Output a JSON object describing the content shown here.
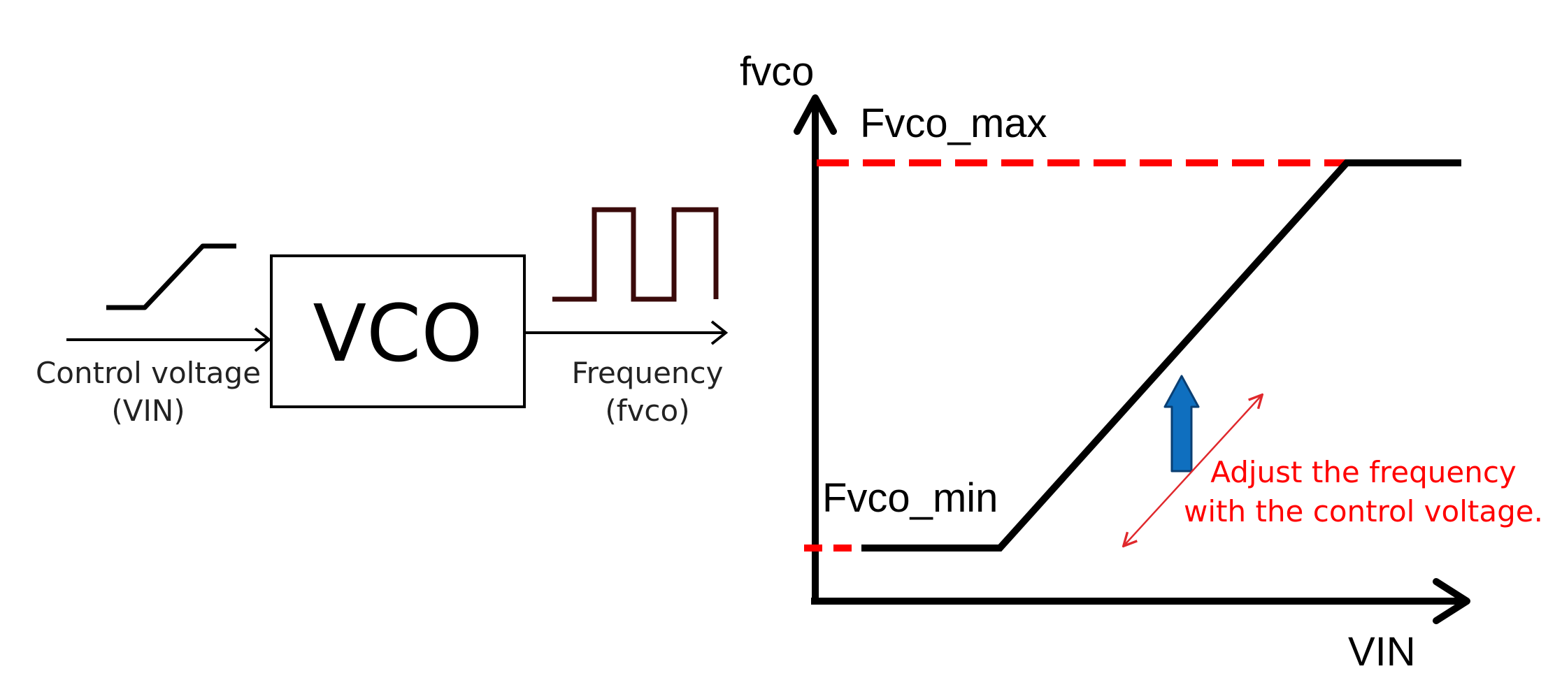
{
  "block": {
    "title": "VCO"
  },
  "input": {
    "line1": "Control voltage",
    "line2": "(VIN)"
  },
  "output": {
    "line1": "Frequency",
    "line2": "(fvco)"
  },
  "graph": {
    "y_axis_label": "fvco",
    "x_axis_label": "VIN",
    "max_label": "Fvco_max",
    "min_label": "Fvco_min",
    "annotation_line1": "Adjust the frequency",
    "annotation_line2": "with the control voltage."
  },
  "colors": {
    "ink": "#000000",
    "dashed_limit": "#ff0000",
    "annotation_text": "#ff0000",
    "annotation_arrow": "#e0282c",
    "up_arrow_fill": "#0f6fbf",
    "up_arrow_stroke": "#0a3f73"
  }
}
